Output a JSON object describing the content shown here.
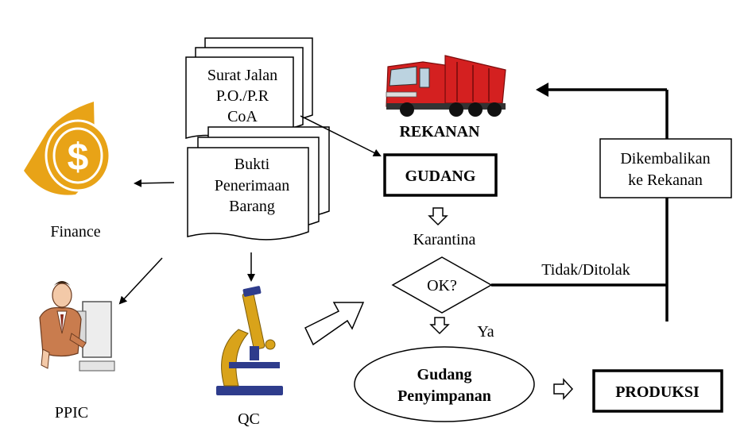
{
  "documents": {
    "top_lines": [
      "Surat Jalan",
      "P.O./P.R",
      "CoA"
    ],
    "bottom_lines": [
      "Bukti",
      "Penerimaan",
      "Barang"
    ]
  },
  "labels": {
    "finance": "Finance",
    "ppic": "PPIC",
    "qc": "QC",
    "rekanan": "REKANAN",
    "gudang": "GUDANG",
    "karantina": "Karantina",
    "ok": "OK?",
    "ya": "Ya",
    "tidak": "Tidak/Ditolak",
    "dikembalikan_1": "Dikembalikan",
    "dikembalikan_2": "ke Rekanan",
    "gudang_penyimpanan_1": "Gudang",
    "gudang_penyimpanan_2": "Penyimpanan",
    "produksi": "PRODUKSI"
  },
  "icons": {
    "finance": "dollar-coin-icon",
    "ppic": "office-worker-icon",
    "qc": "microscope-icon",
    "rekanan": "dump-truck-icon"
  },
  "colors": {
    "coin": "#E8A317",
    "coin_dark": "#C98A0A",
    "truck_red": "#D42020",
    "microscope_gold": "#D9A31A",
    "microscope_blue": "#2E3C8C"
  }
}
